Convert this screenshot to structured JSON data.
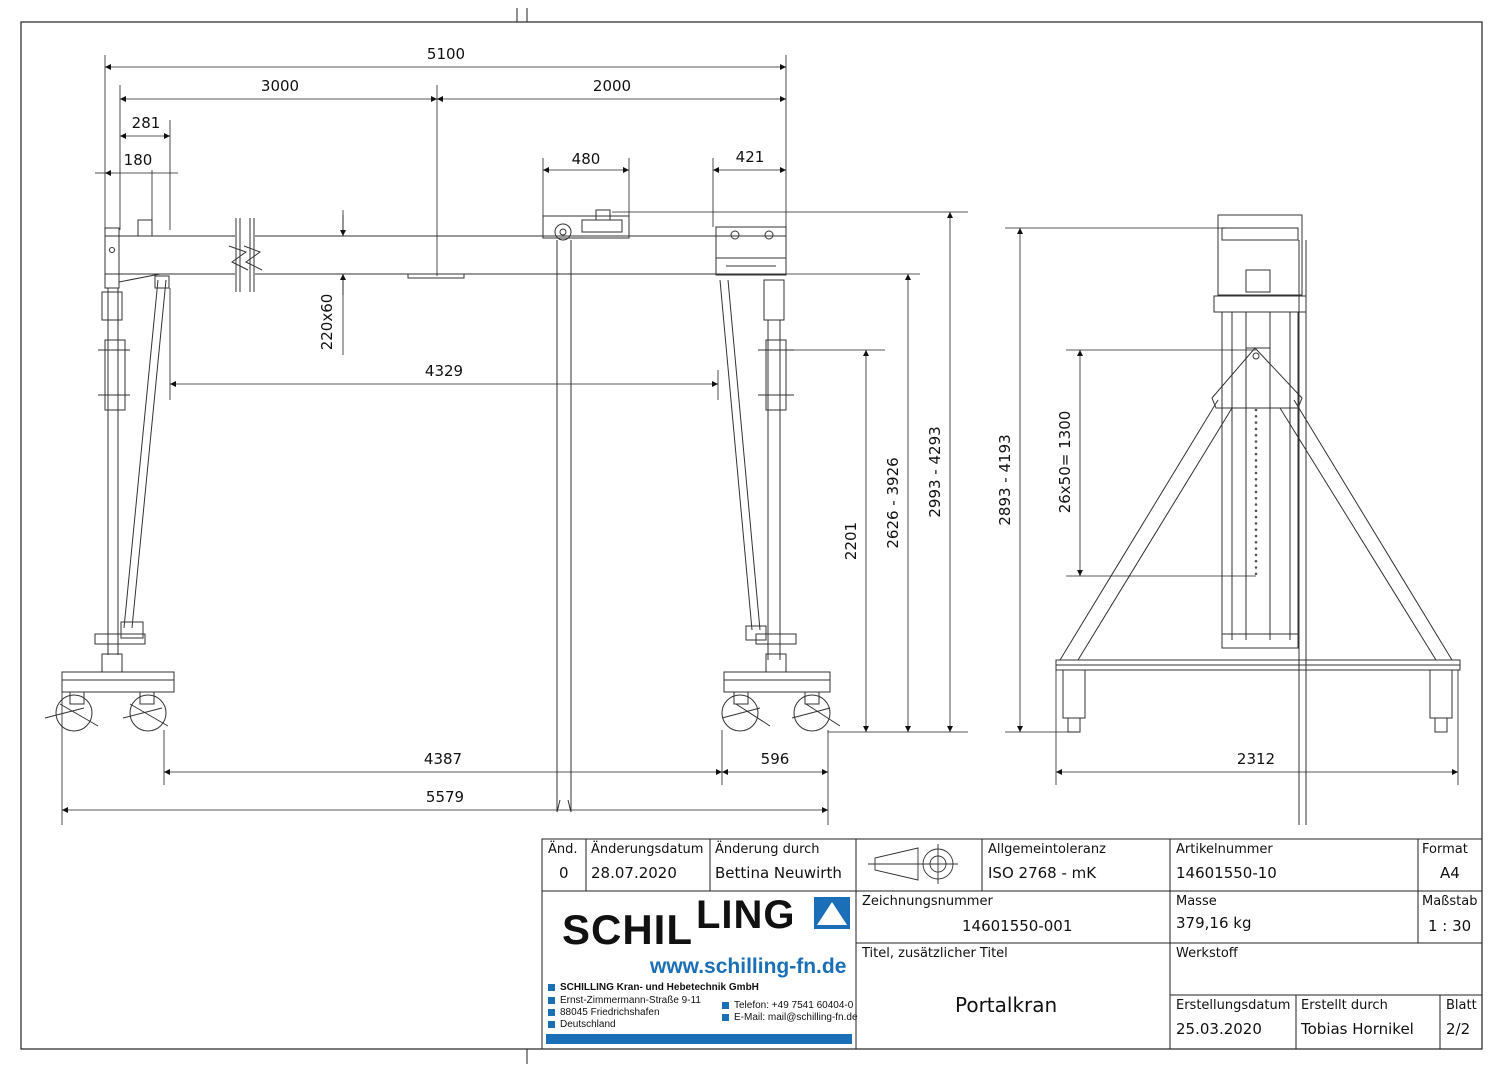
{
  "dimensions": {
    "d5100": "5100",
    "d3000": "3000",
    "d2000": "2000",
    "d281": "281",
    "d180": "180",
    "d480": "480",
    "d421": "421",
    "d220x60": "220x60",
    "d4329": "4329",
    "d2201": "2201",
    "d2626": "2626 - 3926",
    "d2993": "2993 - 4293",
    "d2893": "2893 - 4193",
    "d26x50": "26x50= 1300",
    "d4387": "4387",
    "d596": "596",
    "d5579": "5579",
    "d2312": "2312"
  },
  "title_block": {
    "aend_label": "Änd.",
    "aend_value": "0",
    "aenderungsdatum_label": "Änderungsdatum",
    "aenderungsdatum_value": "28.07.2020",
    "aenderung_durch_label": "Änderung durch",
    "aenderung_durch_value": "Bettina Neuwirth",
    "toleranz_label": "Allgemeintoleranz",
    "toleranz_value": "ISO 2768 - mK",
    "artikel_label": "Artikelnummer",
    "artikel_value": "14601550-10",
    "format_label": "Format",
    "format_value": "A4",
    "zeichnung_label": "Zeichnungsnummer",
    "zeichnung_value": "14601550-001",
    "masse_label": "Masse",
    "masse_value": "379,16 kg",
    "massstab_label": "Maßstab",
    "massstab_value": "1 : 30",
    "titel_label": "Titel, zusätzlicher Titel",
    "titel_value": "Portalkran",
    "werkstoff_label": "Werkstoff",
    "erstellungsdatum_label": "Erstellungsdatum",
    "erstellungsdatum_value": "25.03.2020",
    "erstellt_label": "Erstellt durch",
    "erstellt_value": "Tobias Hornikel",
    "blatt_label": "Blatt",
    "blatt_value": "2/2"
  },
  "company": {
    "logo_left": "SCHIL",
    "logo_right": "LING",
    "website": "www.schilling-fn.de",
    "name": "SCHILLING Kran- und Hebetechnik GmbH",
    "street": "Ernst-Zimmermann-Straße 9-11",
    "city": "88045 Friedrichshafen",
    "country": "Deutschland",
    "phone": "Telefon: +49 7541 60404-0",
    "email": "E-Mail: mail@schilling-fn.de"
  },
  "colors": {
    "brand_blue": "#1a6fb7",
    "line": "#222222"
  }
}
